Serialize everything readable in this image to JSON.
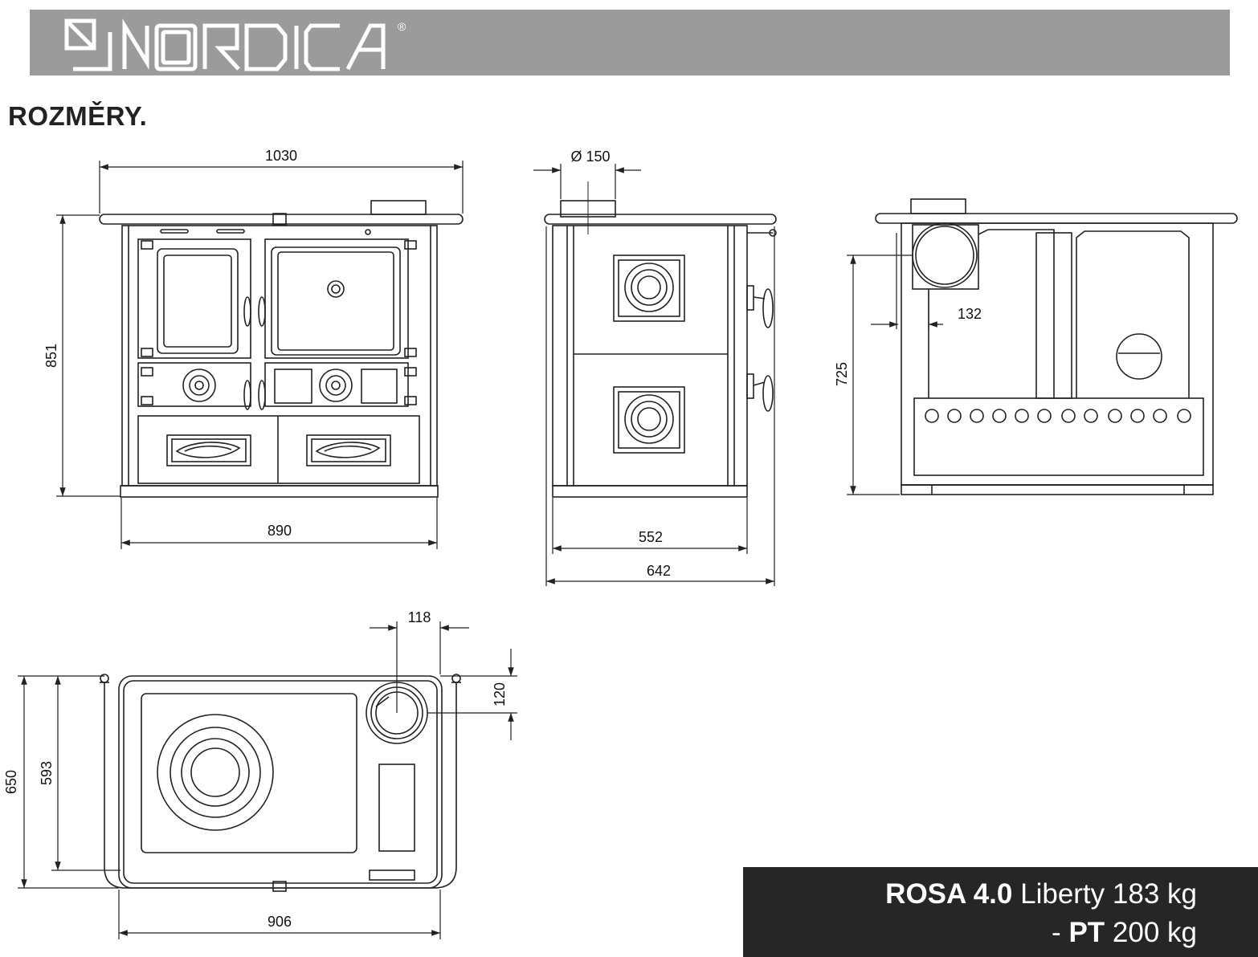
{
  "brand": {
    "name": "NORDICA",
    "mark": "®"
  },
  "heading": "ROZMĚRY.",
  "dimensions": {
    "front_width_top": "1030",
    "front_height": "851",
    "front_width_base": "890",
    "flue_diameter": "Ø 150",
    "side_depth_inner": "552",
    "side_depth_outer": "642",
    "rear_flue_offset": "132",
    "rear_flue_height": "725",
    "top_flue_offset_x": "118",
    "top_flue_offset_y": "120",
    "top_depth_outer": "650",
    "top_depth_inner": "593",
    "top_width": "906"
  },
  "model": {
    "name": "ROSA 4.0",
    "variant": "Liberty",
    "weight": "183 kg",
    "dash": "-",
    "variant2": "PT",
    "weight2": "200 kg"
  },
  "colors": {
    "header_bg": "#9b9b9b",
    "model_box_bg": "#262626",
    "line": "#222222"
  }
}
